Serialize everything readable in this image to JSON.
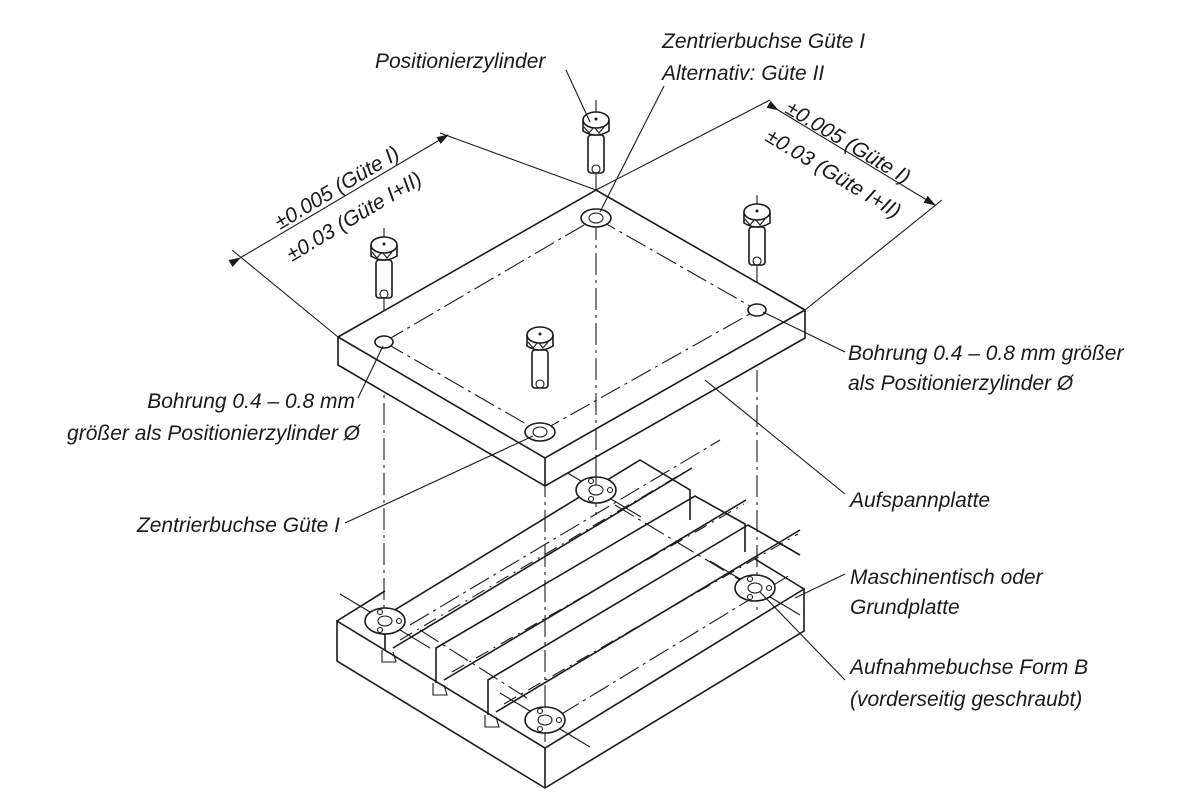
{
  "labels": {
    "positionierzylinder": "Positionierzylinder",
    "zentrier_top_1": "Zentrierbuchse Güte I",
    "zentrier_top_2": "Alternativ: Güte II",
    "dim_left_1": "±0.005 (Güte I)",
    "dim_left_2": "±0.03 (Güte I+II)",
    "dim_right_1": "±0.005 (Güte I)",
    "dim_right_2": "±0.03 (Güte I+II)",
    "bohrung_right_1": "Bohrung 0.4 – 0.8 mm größer",
    "bohrung_right_2": "als Positionierzylinder Ø",
    "bohrung_left_1": "Bohrung 0.4 – 0.8 mm",
    "bohrung_left_2": "größer als Positionierzylinder Ø",
    "aufspannplatte": "Aufspannplatte",
    "zentrier_bottom": "Zentrierbuchse Güte I",
    "maschinentisch_1": "Maschinentisch oder",
    "maschinentisch_2": "Grundplatte",
    "aufnahme_1": "Aufnahmebuchse Form B",
    "aufnahme_2": "(vorderseitig geschraubt)"
  }
}
